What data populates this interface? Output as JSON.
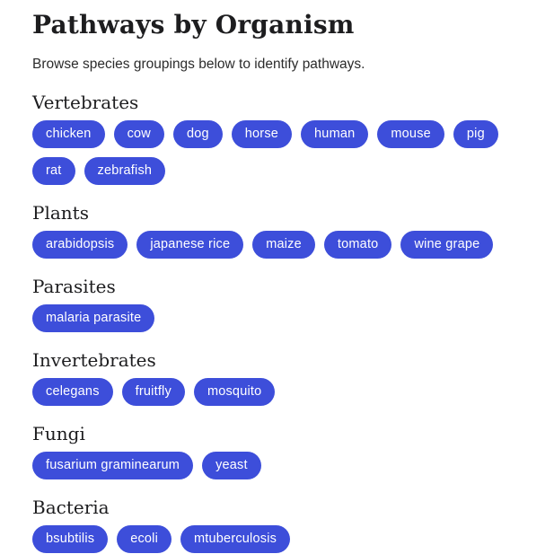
{
  "page": {
    "title": "Pathways by Organism",
    "subtitle": "Browse species groupings below to identify pathways."
  },
  "colors": {
    "pill_bg": "#3d4eda",
    "pill_text": "#ffffff",
    "heading_text": "#1d1d1f",
    "body_text": "#2b2b2b",
    "background": "#ffffff"
  },
  "sections": [
    {
      "label": "Vertebrates",
      "organisms": [
        "chicken",
        "cow",
        "dog",
        "horse",
        "human",
        "mouse",
        "pig",
        "rat",
        "zebrafish"
      ]
    },
    {
      "label": "Plants",
      "organisms": [
        "arabidopsis",
        "japanese rice",
        "maize",
        "tomato",
        "wine grape"
      ]
    },
    {
      "label": "Parasites",
      "organisms": [
        "malaria parasite"
      ]
    },
    {
      "label": "Invertebrates",
      "organisms": [
        "celegans",
        "fruitfly",
        "mosquito"
      ]
    },
    {
      "label": "Fungi",
      "organisms": [
        "fusarium graminearum",
        "yeast"
      ]
    },
    {
      "label": "Bacteria",
      "organisms": [
        "bsubtilis",
        "ecoli",
        "mtuberculosis"
      ]
    }
  ]
}
